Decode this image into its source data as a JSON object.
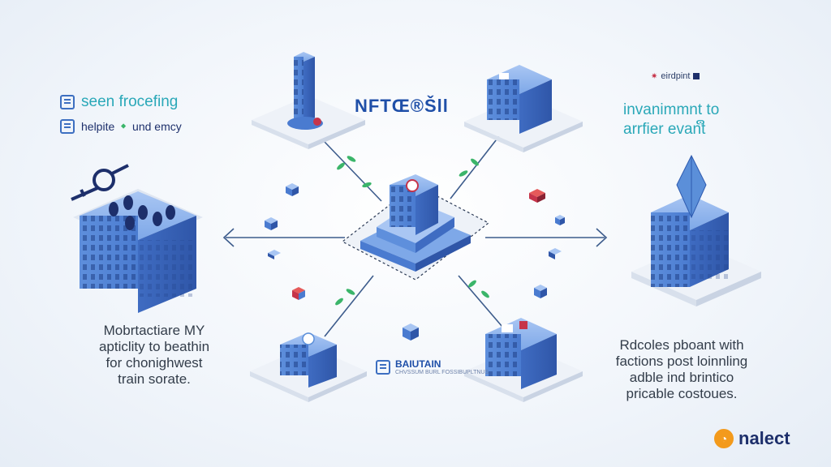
{
  "center_label": "NFTŒ®Šll",
  "left_labels": [
    {
      "text": "seen froceﬁng",
      "icon": "shield-icon"
    },
    {
      "text": "helpite",
      "icon": "stack-icon"
    },
    {
      "text": "und emcy",
      "icon": "link-icon"
    }
  ],
  "left_paragraph": [
    "Mobrtactiare MY",
    "apticlity to beathin",
    "for chonighwest",
    "train sorate."
  ],
  "right_small_brand": "eirdpint",
  "right_heading": [
    "invanimmnt to",
    "arrfier evantຶ"
  ],
  "right_paragraph": [
    "Rdcoles pboant with",
    "factions post loinnling",
    "adble ind brintico",
    "pricable costoues."
  ],
  "bottom_center": {
    "title": "BAIUTAIN",
    "subtitle": "CHVSSUM BURL FOSSIBUPLTNUS"
  },
  "brand": {
    "name": "nalect",
    "icon": "coin-icon"
  },
  "colors": {
    "accent_blue": "#5b8fd9",
    "dark_blue": "#2e5bb0",
    "teal": "#2aa8b8",
    "leaf_green": "#3bb56a",
    "platform": "#eef2f8",
    "orange": "#f39a1c"
  }
}
